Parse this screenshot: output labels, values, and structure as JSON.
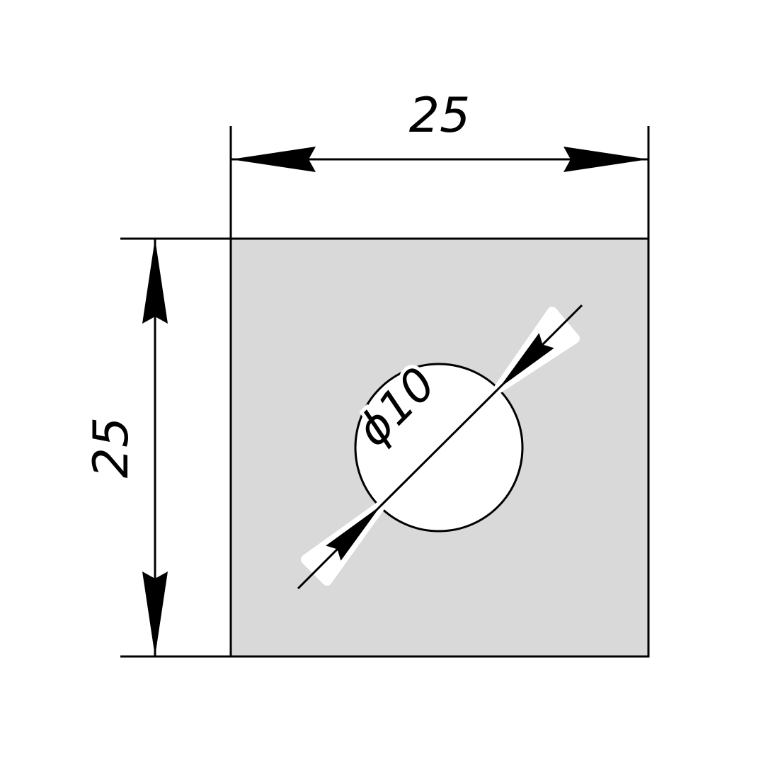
{
  "dimensions": {
    "width": {
      "value": "25"
    },
    "height": {
      "value": "25"
    },
    "hole": {
      "symbol": "ϕ",
      "value": "10"
    }
  },
  "colors": {
    "part_fill": "#d9d9d9",
    "hole_fill": "#ffffff",
    "line": "#000000"
  }
}
